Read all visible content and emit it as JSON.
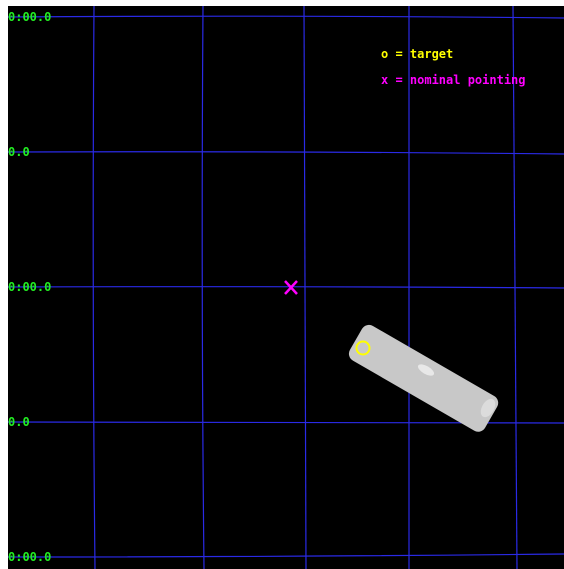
{
  "colors": {
    "background": "#000000",
    "grid": "#2a2ae6",
    "dec_labels": "#22ee22",
    "target_marker": "#ffff00",
    "pointing_marker": "#ff00ff",
    "source_image": "#c8c8c8"
  },
  "dec_labels": [
    {
      "text": "0:00.0"
    },
    {
      "text": "0.0"
    },
    {
      "text": "0:00.0"
    },
    {
      "text": "0.0"
    },
    {
      "text": "0:00.0"
    }
  ],
  "legend": {
    "target": "o = target",
    "pointing": "x = nominal pointing"
  },
  "markers": {
    "target_icon": "circle-icon",
    "pointing_icon": "x-cross-icon"
  }
}
